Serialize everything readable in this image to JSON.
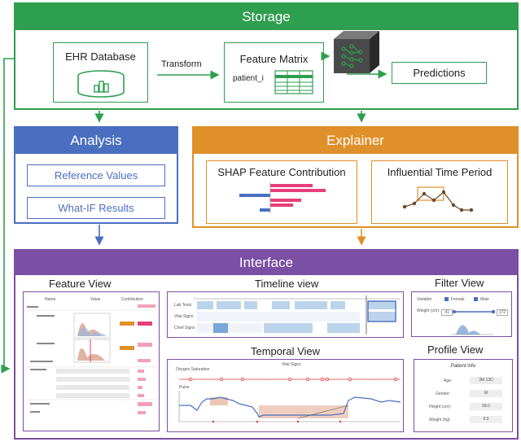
{
  "colors": {
    "storage": "#2e9e4f",
    "analysis": "#4a6fc0",
    "explainer": "#e0902a",
    "interface": "#7b4fa3",
    "shap_pos": "#e83e7a",
    "shap_neg": "#4a6fc0"
  },
  "storage": {
    "title": "Storage",
    "ehr_label": "EHR Database",
    "transform_label": "Transform",
    "feature_label": "Feature Matrix",
    "patient_label": "patient_i",
    "predictions_label": "Predictions",
    "model_icon": "neural-network-cube-icon"
  },
  "analysis": {
    "title": "Analysis",
    "reference_label": "Reference Values",
    "whatif_label": "What-IF Results"
  },
  "explainer": {
    "title": "Explainer",
    "shap_label": "SHAP Feature Contribution",
    "influential_label": "Influential Time Period"
  },
  "interface": {
    "title": "Interface",
    "feature_view": {
      "title": "Feature View",
      "col_name": "Name",
      "col_value": "Value",
      "col_contribution": "Contribution"
    },
    "timeline_view": {
      "title": "Timeline view",
      "rows": [
        "Lab Tests",
        "Vital Signs",
        "Chief Signs"
      ]
    },
    "filter_view": {
      "title": "Filter View",
      "variable_label": "Variable:",
      "opt1": "Female",
      "opt2": "Male",
      "weight_label": "Weight (cm):",
      "min_value": "41",
      "max_value": "172"
    },
    "temporal_view": {
      "title": "Temporal View",
      "chart_title": "Vital Signs",
      "series1": "Oxygen Saturation",
      "series2": "Pulse"
    },
    "profile_view": {
      "title": "Profile View",
      "panel_title": "Patient Info",
      "fields": [
        {
          "label": "Age:",
          "value": "3M 13D"
        },
        {
          "label": "Gender:",
          "value": "M"
        },
        {
          "label": "Height (cm):",
          "value": "58.0"
        },
        {
          "label": "Weight (kg):",
          "value": "6.0"
        }
      ]
    }
  }
}
